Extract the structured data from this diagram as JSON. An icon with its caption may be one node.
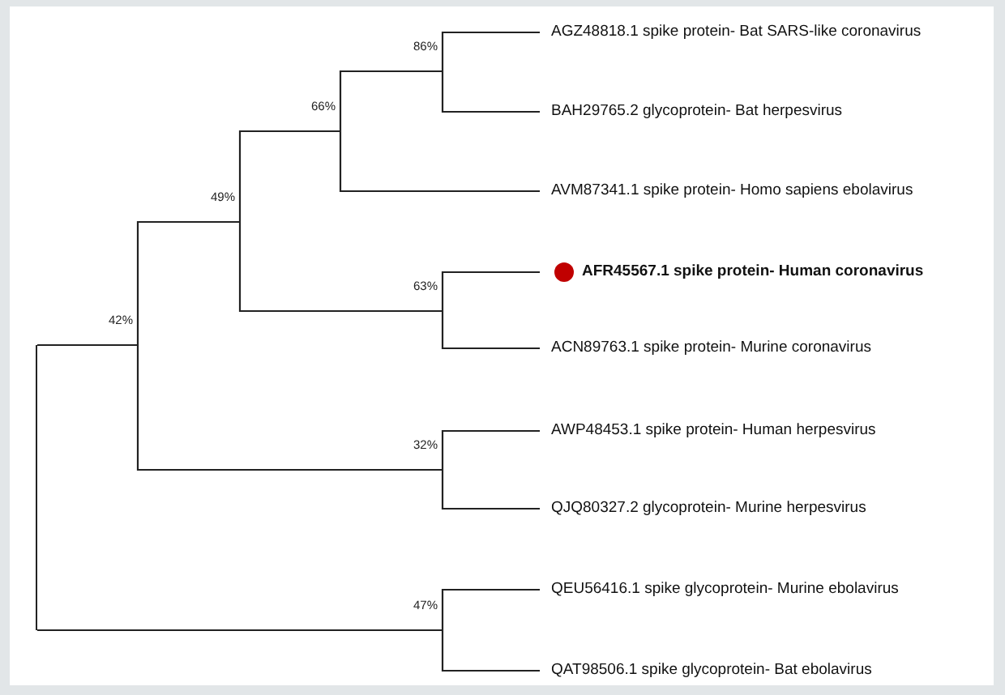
{
  "diagram": {
    "nodes": [
      {
        "text": [],
        "shape": "line"
      },
      {
        "text": [
          "42%"
        ]
      },
      {
        "text": [
          "49%"
        ]
      },
      {
        "text": [
          "66%"
        ]
      },
      {
        "text": [
          "86%"
        ]
      },
      {
        "text": [
          "AGZ48818.1 spike protein- Bat SARS-like coronavirus"
        ]
      },
      {
        "text": [
          "BAH29765.2 glycoprotein- Bat herpesvirus"
        ]
      },
      {
        "text": [
          "AVM87341.1 spike protein- Homo sapiens ebolavirus"
        ]
      },
      {
        "text": [
          "63%"
        ]
      },
      {
        "text": [
          "AFR45567.1 spike protein- Human coronavirus"
        ]
      },
      {
        "text": [
          "ACN89763.1 spike protein- Murine coronavirus"
        ]
      },
      {
        "text": [
          "32%"
        ]
      },
      {
        "text": [
          "AWP48453.1 spike protein- Human herpesvirus"
        ]
      },
      {
        "text": [
          "QJQ80327.2 glycoprotein- Murine herpesvirus"
        ]
      },
      {
        "text": [
          "47%"
        ]
      },
      {
        "text": [
          "QEU56416.1 spike glycoprotein- Murine ebolavirus"
        ]
      },
      {
        "text": [
          "QAT98506.1 spike glycoprotein- Bat ebolavirus"
        ]
      }
    ],
    "edges": [
      {
        "from": 0,
        "to": 1,
        "arrow": "none"
      },
      {
        "from": 0,
        "to": 14,
        "arrow": "none"
      },
      {
        "from": 1,
        "to": 2,
        "arrow": "none"
      },
      {
        "from": 1,
        "to": 11,
        "arrow": "none"
      },
      {
        "from": 2,
        "to": 3,
        "arrow": "none"
      },
      {
        "from": 2,
        "to": 8,
        "arrow": "none"
      },
      {
        "from": 3,
        "to": 4,
        "arrow": "none"
      },
      {
        "from": 3,
        "to": 7,
        "arrow": "none"
      },
      {
        "from": 4,
        "to": 5,
        "arrow": "none"
      },
      {
        "from": 4,
        "to": 6,
        "arrow": "none"
      },
      {
        "from": 8,
        "to": 9,
        "arrow": "none"
      },
      {
        "from": 8,
        "to": 10,
        "arrow": "none"
      },
      {
        "from": 11,
        "to": 12,
        "arrow": "none"
      },
      {
        "from": 11,
        "to": 13,
        "arrow": "none"
      },
      {
        "from": 14,
        "to": 15,
        "arrow": "none"
      },
      {
        "from": 14,
        "to": 16,
        "arrow": "none"
      }
    ]
  }
}
